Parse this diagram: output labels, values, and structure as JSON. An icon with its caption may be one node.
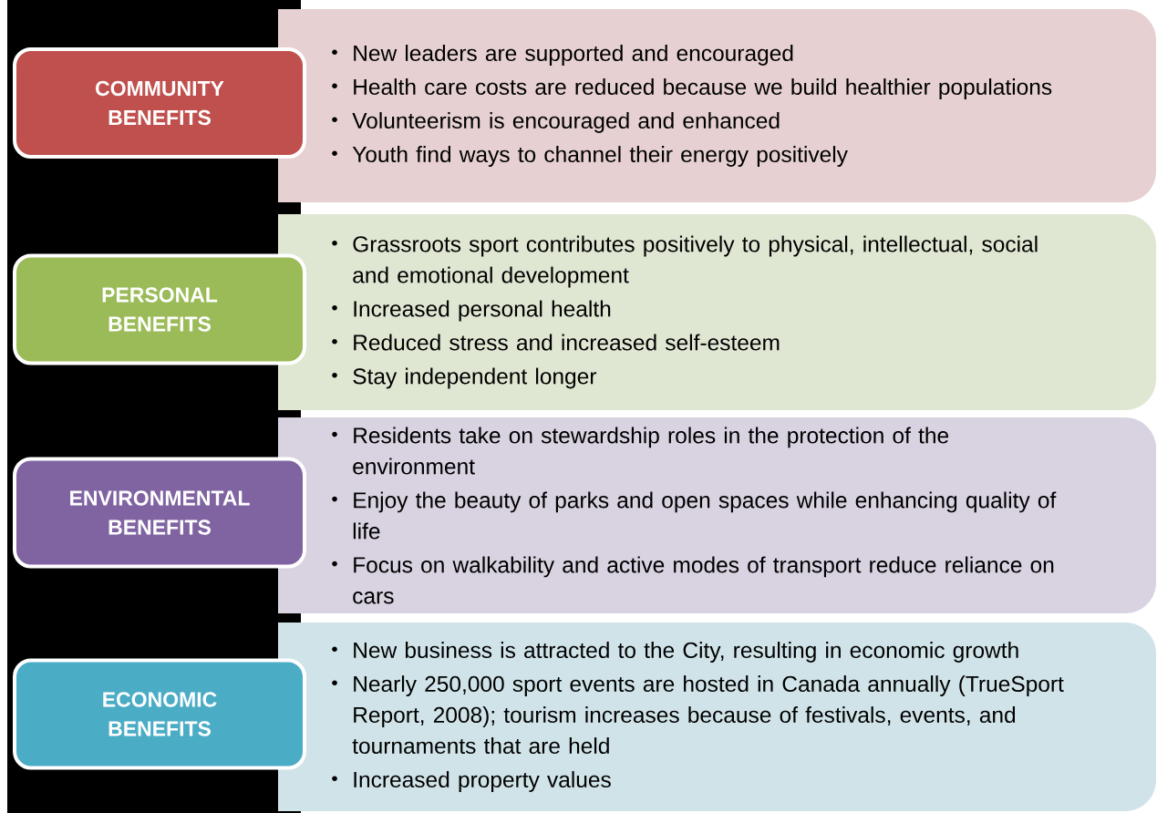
{
  "diagram": {
    "nodes": [
      {
        "text": [
          "COMMUNITY BENEFITS"
        ]
      },
      {
        "text": [
          "New leaders are supported and encouraged",
          "Health care costs are reduced because we build healthier populations",
          "Volunteerism is encouraged and enhanced",
          "Youth find ways to channel their energy positively"
        ]
      },
      {
        "text": [
          "PERSONAL BENEFITS"
        ]
      },
      {
        "text": [
          "Grassroots sport contributes positively to physical, intellectual, social and emotional development",
          "Increased personal health",
          "Reduced stress and increased self-esteem",
          "Stay independent longer"
        ]
      },
      {
        "text": [
          "ENVIRONMENTAL BENEFITS"
        ]
      },
      {
        "text": [
          "Residents take on stewardship roles in the protection of the environment",
          "Enjoy the beauty of parks and open spaces while enhancing quality of life",
          "Focus on walkability and active modes of transport reduce reliance on cars"
        ]
      },
      {
        "text": [
          "ECONOMIC BENEFITS"
        ]
      },
      {
        "text": [
          "New business is attracted to the City, resulting in economic growth",
          "Nearly 250,000 sport events are hosted in Canada annually (TrueSport Report, 2008); tourism increases because of festivals, events, and tournaments that are held",
          "Increased property values"
        ]
      }
    ]
  }
}
